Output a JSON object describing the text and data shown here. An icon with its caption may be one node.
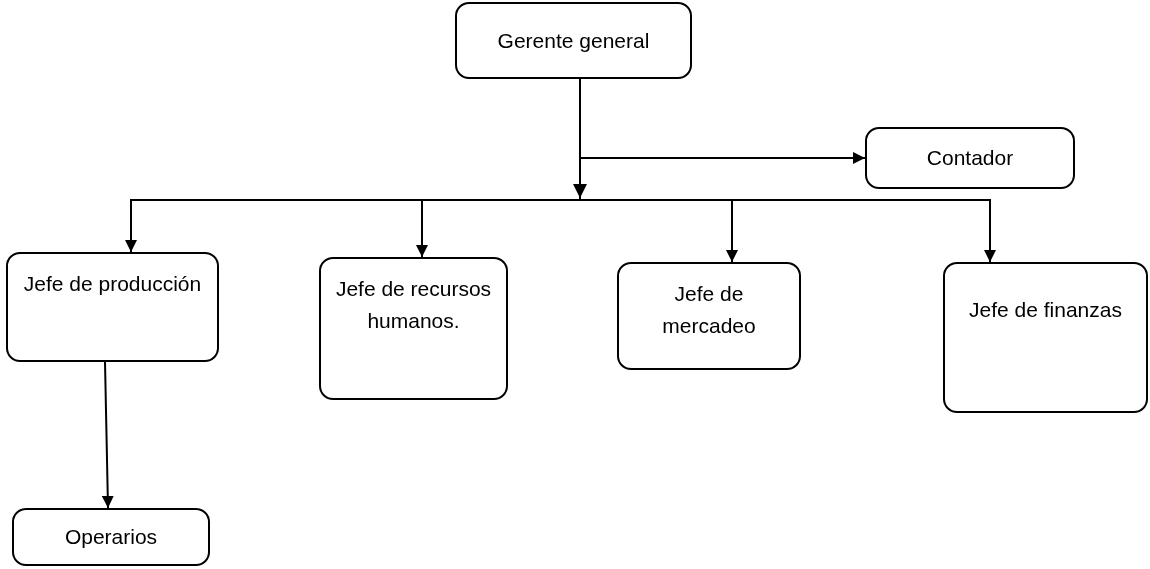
{
  "diagram": {
    "nodes": [
      {
        "text": [
          "Gerente general"
        ]
      },
      {
        "text": [
          "Contador"
        ]
      },
      {
        "text": [
          "Jefe de producción"
        ]
      },
      {
        "text": [
          "Jefe de recursos humanos."
        ]
      },
      {
        "text": [
          "Jefe de mercadeo"
        ]
      },
      {
        "text": [
          "Jefe de finanzas"
        ]
      },
      {
        "text": [
          "Operarios"
        ]
      }
    ],
    "edges": [
      {
        "from": 0,
        "to": 1,
        "arrow": "to"
      },
      {
        "from": 0,
        "to": 2,
        "arrow": "to"
      },
      {
        "from": 0,
        "to": 3,
        "arrow": "to"
      },
      {
        "from": 0,
        "to": 4,
        "arrow": "to"
      },
      {
        "from": 0,
        "to": 5,
        "arrow": "to"
      },
      {
        "from": 2,
        "to": 6,
        "arrow": "to"
      }
    ]
  }
}
